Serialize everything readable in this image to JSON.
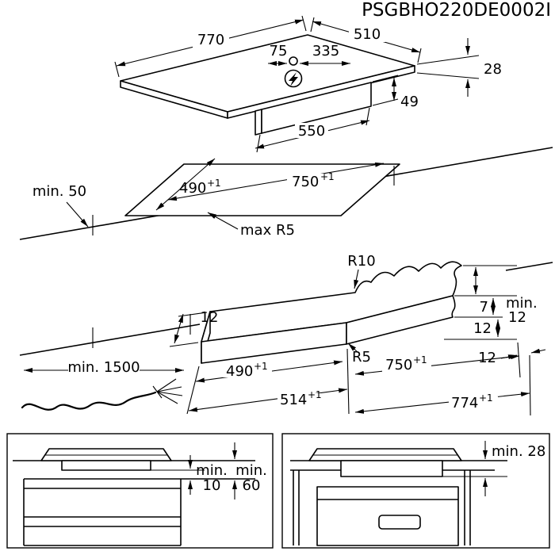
{
  "doc_code": "PSGBHO220DE0002I",
  "colors": {
    "ink": "#000000",
    "paper": "#ffffff"
  },
  "hob": {
    "width": "770",
    "depth": "510",
    "conn_left": "75",
    "conn_right": "335",
    "height": "28",
    "box_height": "49",
    "box_width": "550"
  },
  "cutout": {
    "min_front": "min. 50",
    "width": "490",
    "width_sup": "+1",
    "length": "750",
    "length_sup": "+1",
    "radius": "max R5"
  },
  "corner": {
    "radius_top": "R10",
    "radius_front": "R5",
    "left_width": "12",
    "min_label": "min.",
    "min_value": "12",
    "thickness": "7",
    "bottom_clearance": "12",
    "right_width": "12",
    "hole_width": "490",
    "hole_width_sup": "+1",
    "hole_length": "750",
    "hole_length_sup": "+1",
    "outer_width": "514",
    "outer_width_sup": "+1",
    "outer_length": "774",
    "outer_length_sup": "+1"
  },
  "cable": {
    "min_length": "min. 1500"
  },
  "drawer_clearance": {
    "a_label": "min.",
    "a_value": "10",
    "b_label": "min.",
    "b_value": "60"
  },
  "oven_clearance": {
    "label": "min. 28"
  }
}
